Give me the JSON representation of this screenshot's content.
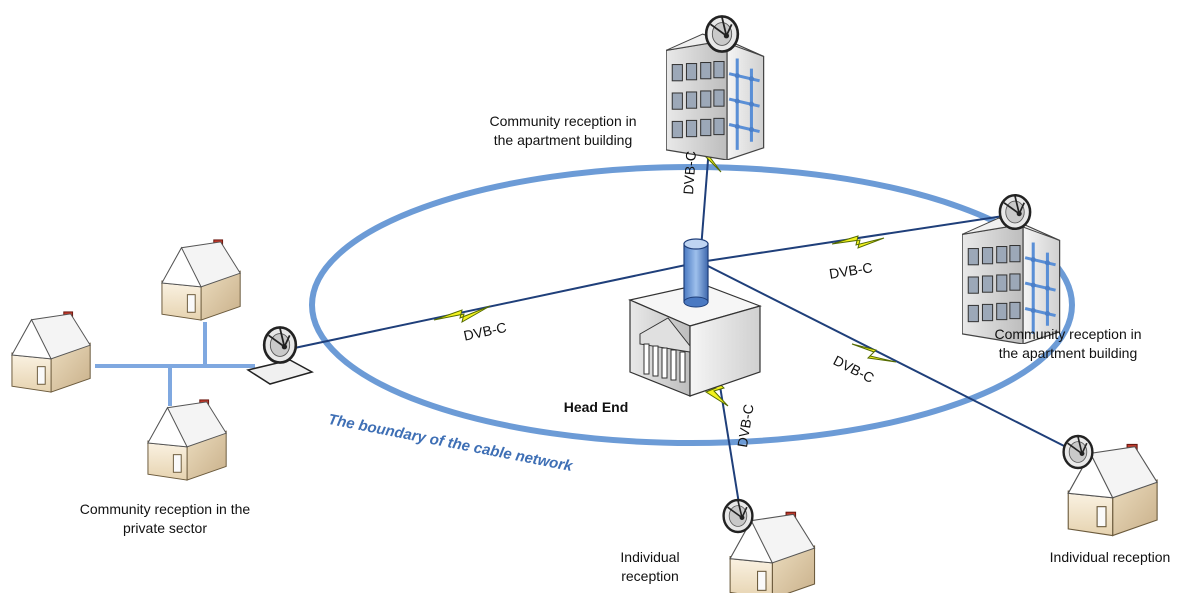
{
  "labels": {
    "apartment_top_line1": "Community reception in",
    "apartment_top_line2": "the apartment building",
    "apartment_right_line1": "Community reception in",
    "apartment_right_line2": "the apartment building",
    "private_line1": "Community reception in the",
    "private_line2": "private sector",
    "individual_bottom_line1": "Individual",
    "individual_bottom_line2": "reception",
    "individual_right": "Individual reception",
    "head_end": "Head End",
    "boundary": "The boundary of the cable network"
  },
  "links": [
    {
      "id": "to-apartment-top",
      "label": "DVB-C"
    },
    {
      "id": "to-apartment-right",
      "label": "DVB-C"
    },
    {
      "id": "to-private-sector",
      "label": "DVB-C"
    },
    {
      "id": "to-individual-right",
      "label": "DVB-C"
    },
    {
      "id": "to-individual-bottom",
      "label": "DVB-C"
    }
  ],
  "colors": {
    "boundary_ellipse": "#6C9BD6",
    "link_line": "#1F3F7A",
    "lightning": "#F2F21E",
    "house_wall": "#F3E6CF",
    "roof": "#F7F7F7",
    "chimney": "#C0392B",
    "building": "#D8D8D8"
  }
}
